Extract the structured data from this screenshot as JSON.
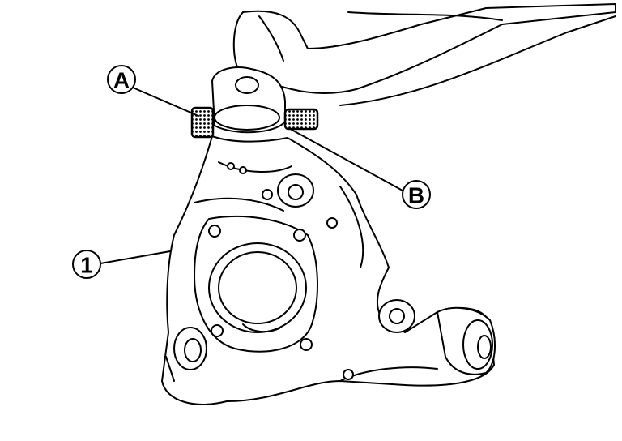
{
  "diagram": {
    "callouts": [
      {
        "id": "A",
        "label": "A"
      },
      {
        "id": "B",
        "label": "B"
      },
      {
        "id": "1",
        "label": "1"
      }
    ],
    "colors": {
      "line": "#000000",
      "background": "#ffffff"
    }
  }
}
